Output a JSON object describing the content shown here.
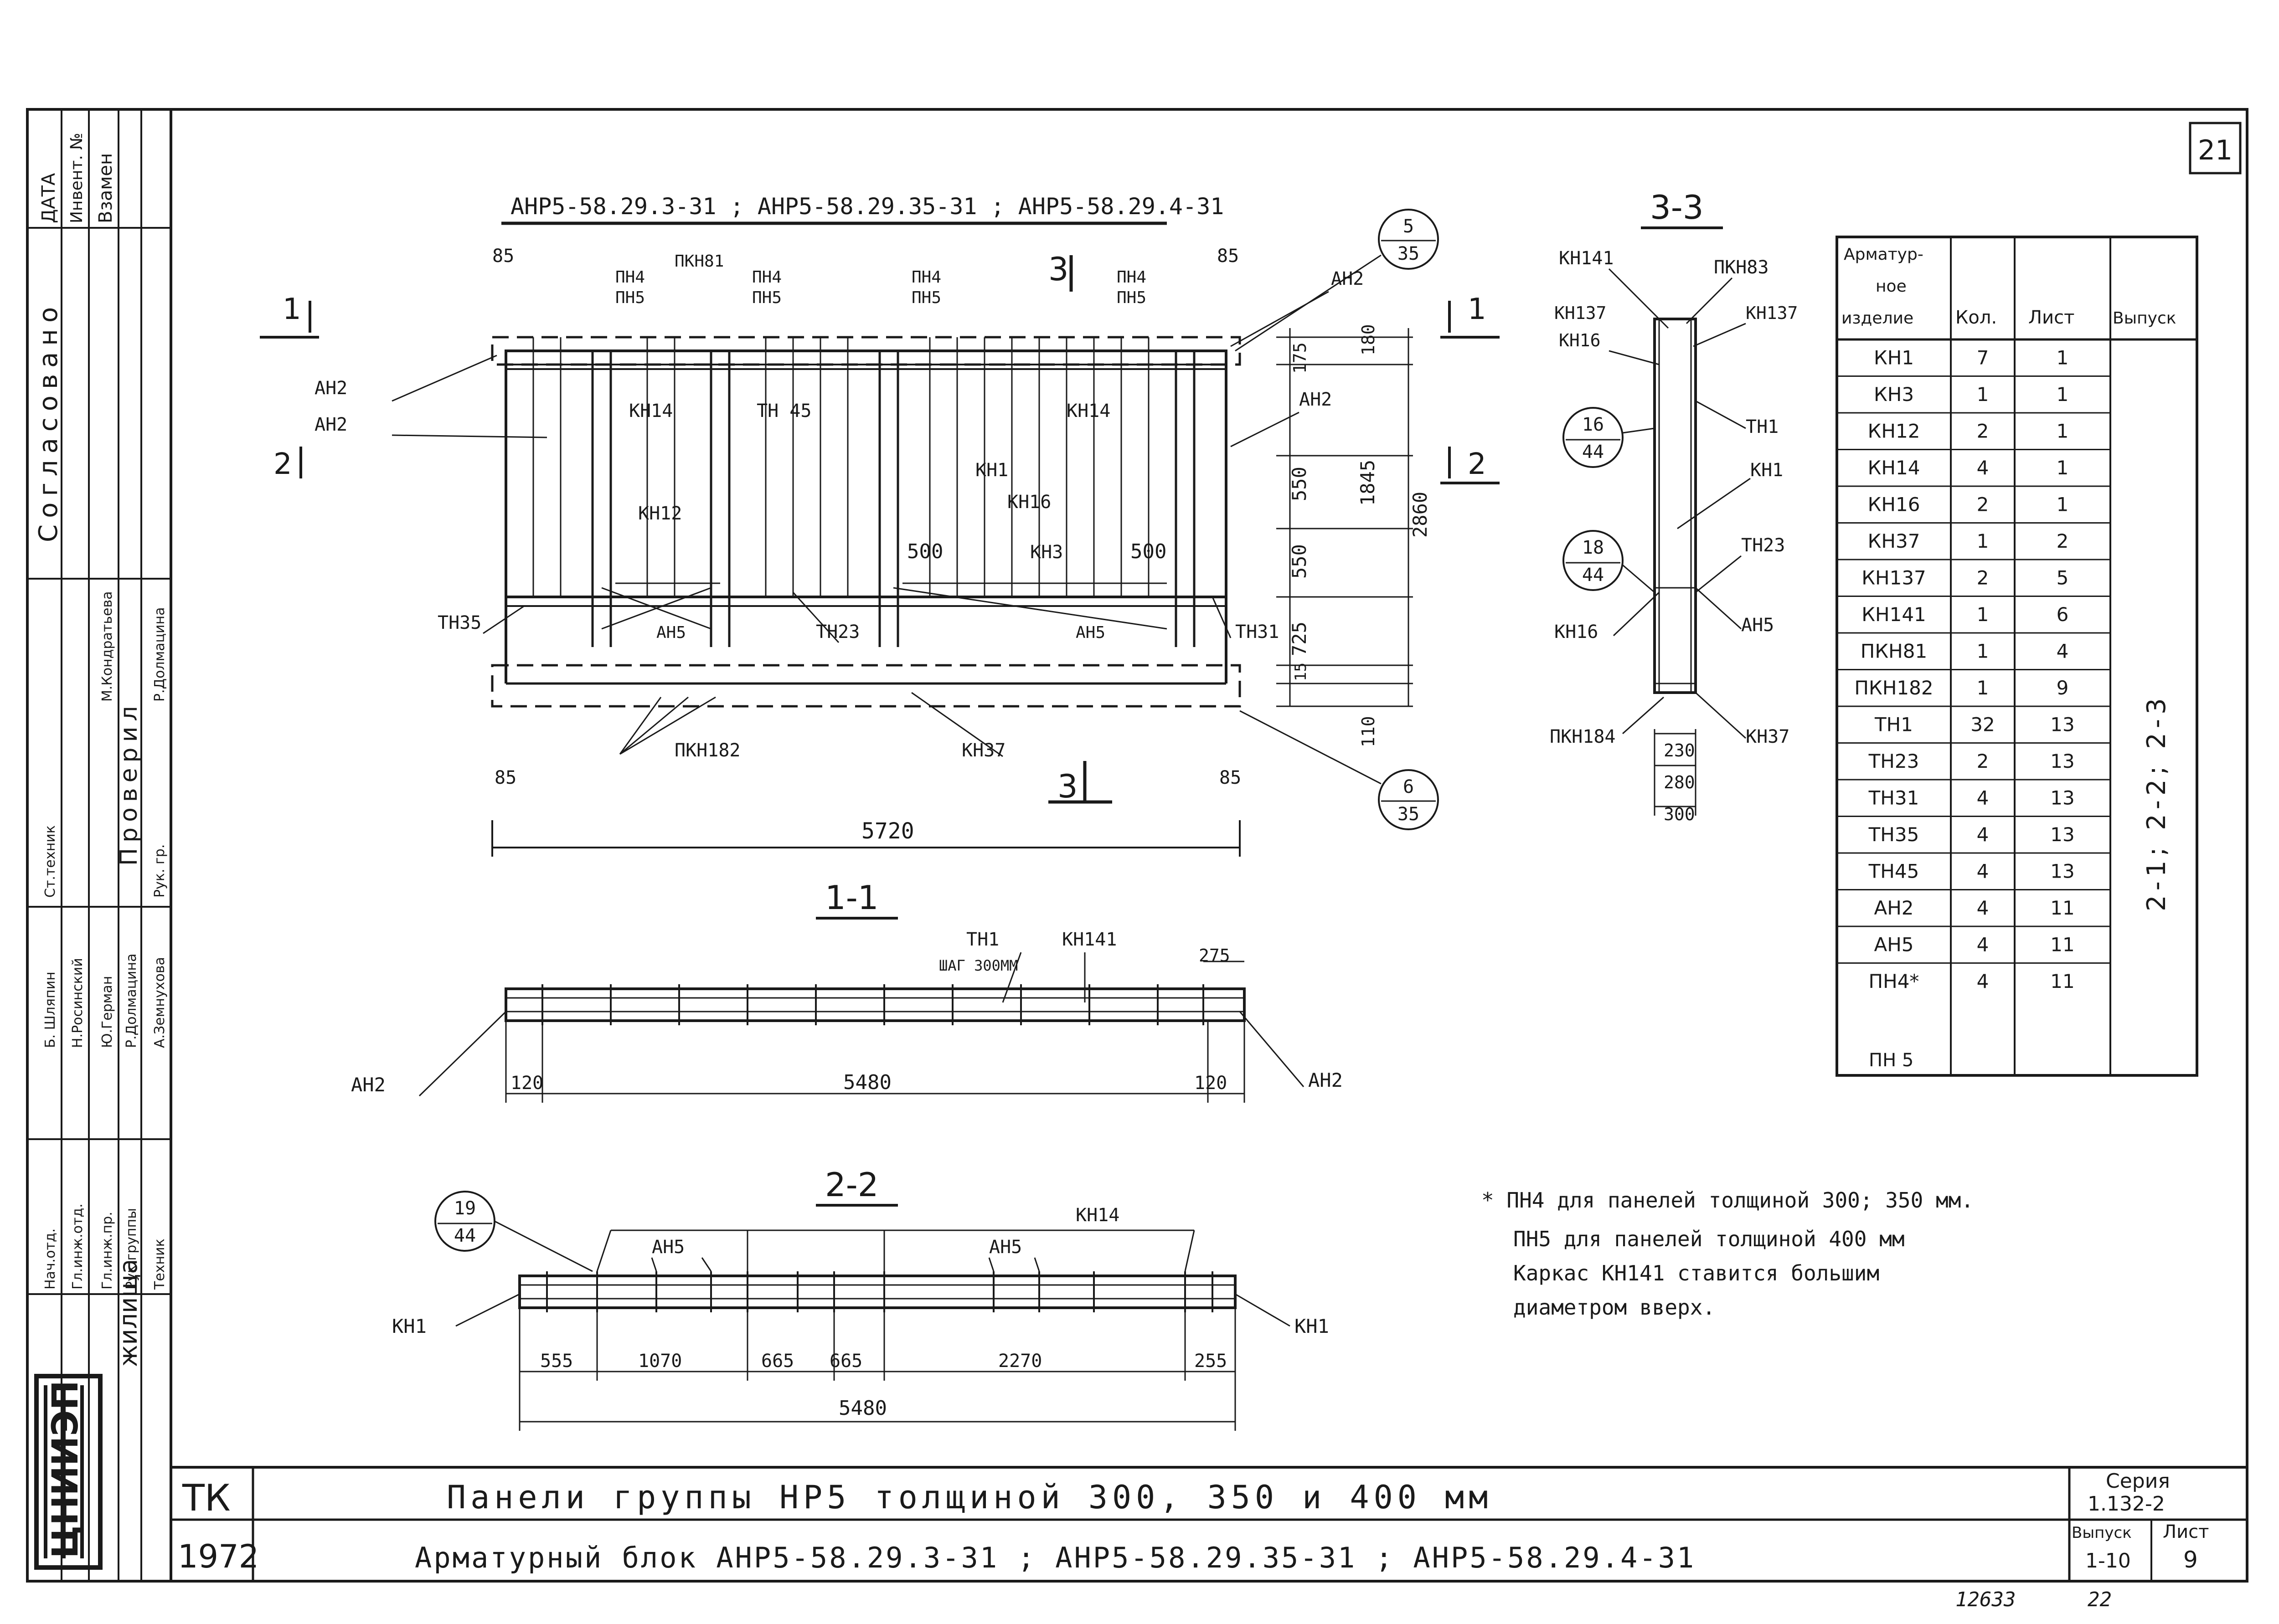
{
  "sheet_number": "21",
  "main_view": {
    "title": "АНР5-58.29.3-31 ; АНР5-58.29.35-31 ; АНР5-58.29.4-31",
    "labels": {
      "pn4_a": "ПН4",
      "pn5_a": "ПН5",
      "pkn81": "ПКН81",
      "pn4_b": "ПН4",
      "pn5_b": "ПН5",
      "pn4_c": "ПН4",
      "pn5_c": "ПН5",
      "pn4_d": "ПН4",
      "pn5_d": "ПН5",
      "an2_right_top": "АН2",
      "an2_right": "АН2",
      "an2_left_1": "АН2",
      "an2_left_2": "АН2",
      "kn14_left": "КН14",
      "tn45": "ТН 45",
      "kn14_right": "КН14",
      "kn1": "КН1",
      "kn12": "КН12",
      "kn16": "КН16",
      "kn3": "КН3",
      "an5_left": "АН5",
      "an5_right": "АН5",
      "tn35": "ТН35",
      "tn23": "ТН23",
      "tn31": "ТН31",
      "pkn182": "ПКН182",
      "kn37": "КН37"
    },
    "dims": {
      "d85_tl": "85",
      "d85_tr": "85",
      "d85_bl": "85",
      "d85_br": "85",
      "d500_l": "500",
      "d500_r": "500",
      "total": "5720",
      "v175": "175",
      "v180": "180",
      "v550_a": "550",
      "v550_b": "550",
      "v725": "725",
      "v15": "15",
      "v110": "110",
      "v1845": "1845",
      "v2860": "2860"
    },
    "callout_top": {
      "num": "5",
      "den": "35"
    },
    "callout_bottom": {
      "num": "6",
      "den": "35"
    },
    "section_marks": {
      "s1": "1",
      "s2": "2",
      "s3": "3"
    }
  },
  "section_33": {
    "title": "3-3",
    "labels": {
      "kn141": "КН141",
      "pkn83": "ПКН83",
      "kn137_l": "КН137",
      "kn137_r": "КН137",
      "kn16_top": "КН16",
      "tn1": "ТН1",
      "kn1": "КН1",
      "tn23": "ТН23",
      "an5": "АН5",
      "kn16_bot": "КН16",
      "pkn184": "ПКН184",
      "kn37": "КН37"
    },
    "callout_a": {
      "num": "16",
      "den": "44"
    },
    "callout_b": {
      "num": "18",
      "den": "44"
    },
    "dims": {
      "d230": "230",
      "d280": "280",
      "d300": "300"
    }
  },
  "section_11": {
    "title": "1-1",
    "labels": {
      "tn1": "ТН1",
      "kn141": "КН141",
      "step": "ШАГ 300ММ",
      "an2_l": "АН2",
      "an2_r": "АН2"
    },
    "dims": {
      "d275": "275",
      "d120_l": "120",
      "d5480": "5480",
      "d120_r": "120"
    }
  },
  "section_22": {
    "title": "2-2",
    "callout": {
      "num": "19",
      "den": "44"
    },
    "labels": {
      "an5_a": "АН5",
      "an5_b": "АН5",
      "kn14": "КН14",
      "kn1_l": "КН1",
      "kn1_r": "КН1"
    },
    "dims": {
      "d555": "555",
      "d1070": "1070",
      "d665_a": "665",
      "d665_b": "665",
      "d2270": "2270",
      "d255": "255",
      "d5480": "5480"
    }
  },
  "spec_table": {
    "headers": [
      "Арматур-ное изделие",
      "Кол.",
      "Лист",
      "Выпуск"
    ],
    "header_lines": [
      "Арматур-",
      "ное",
      "изделие"
    ],
    "rows": [
      [
        "КН1",
        "7",
        "1"
      ],
      [
        "КН3",
        "1",
        "1"
      ],
      [
        "КН12",
        "2",
        "1"
      ],
      [
        "КН14",
        "4",
        "1"
      ],
      [
        "КН16",
        "2",
        "1"
      ],
      [
        "КН37",
        "1",
        "2"
      ],
      [
        "КН137",
        "2",
        "5"
      ],
      [
        "КН141",
        "1",
        "6"
      ],
      [
        "ПКН81",
        "1",
        "4"
      ],
      [
        "ПКН182",
        "1",
        "9"
      ],
      [
        "ТН1",
        "32",
        "13"
      ],
      [
        "ТН23",
        "2",
        "13"
      ],
      [
        "ТН31",
        "4",
        "13"
      ],
      [
        "ТН35",
        "4",
        "13"
      ],
      [
        "ТН45",
        "4",
        "13"
      ],
      [
        "АН2",
        "4",
        "11"
      ],
      [
        "АН5",
        "4",
        "11"
      ],
      [
        "ПН4*",
        "4",
        "11"
      ]
    ],
    "last_row_extra": "ПН 5",
    "vypusk": "2-1; 2-2; 2-3"
  },
  "notes": [
    "* ПН4 для панелей толщиной 300; 350 мм.",
    "ПН5 для панелей толщиной 400 мм",
    "Каркас КН141 ставится большим",
    "диаметром вверх."
  ],
  "title_block": {
    "org": "ЦНИИЭП",
    "org_dept": "жилища",
    "tk": "ТК",
    "year": "1972",
    "line1": "Панели группы НР5 толщиной 300, 350 и 400 мм",
    "line2": "Арматурный блок АНР5-58.29.3-31 ; АНР5-58.29.35-31 ; АНР5-58.29.4-31",
    "series_label": "Серия",
    "series_value": "1.132-2",
    "vypusk_label": "Выпуск",
    "vypusk_value": "1-10",
    "list_label": "Лист",
    "list_value": "9"
  },
  "left_strip": {
    "date": "ДАТА",
    "inv": "Инвент. №",
    "vzamen": "Взамен",
    "soglasovano": "Согласовано",
    "proveril": "Проверил",
    "roles": [
      "Нач.отд.",
      "Гл.инж.отд.",
      "Гл.инж.пр.",
      "Рук.группы",
      "Техник",
      "Ст.техник",
      "Рук. гр."
    ],
    "names": [
      "Б. Шляпин",
      "Н.Росинский",
      "Ю.Герман",
      "Р.Долмацина",
      "А.Земнухова",
      "М.Кондратьева",
      "Р.Долмацина"
    ]
  },
  "footer": {
    "left": "12633",
    "right": "22"
  }
}
